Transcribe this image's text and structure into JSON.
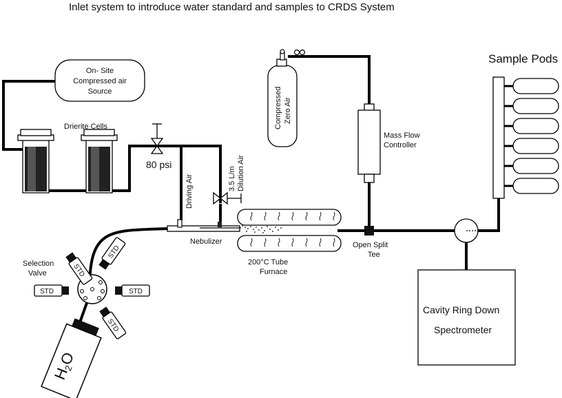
{
  "title": "Inlet system to introduce water standard and samples to CRDS System",
  "labels": {
    "air_source_line1": "On- Site",
    "air_source_line2": "Compressed air",
    "air_source_line3": "Source",
    "drierite": "Drierite Cells",
    "pressure": "80 psi",
    "driving_air": "Driving Air",
    "dilution_line1": "3.5  L/m",
    "dilution_line2": "Dilution Air",
    "nebulizer": "Nebulizer",
    "furnace_line1": "200°C Tube",
    "furnace_line2": "Furnace",
    "zero_air_line1": "Compressed",
    "zero_air_line2": "Zero Air",
    "mfc_line1": "Mass Flow",
    "mfc_line2": "Controller",
    "tee_line1": "Open Split",
    "tee_line2": "Tee",
    "sample_pods": "Sample Pods",
    "crds_line1": "Cavity Ring Down",
    "crds_line2": "Spectrometer",
    "selection_line1": "Selection",
    "selection_line2": "Valve",
    "std": "STD",
    "water": "H",
    "water_sub": "2",
    "water_o": "O"
  },
  "pods": {
    "count": 6
  }
}
